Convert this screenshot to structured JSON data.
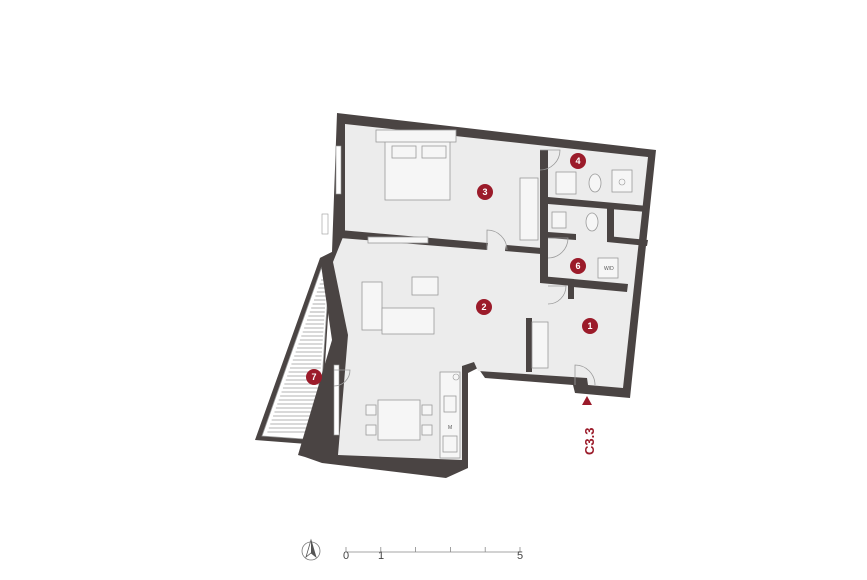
{
  "plan": {
    "unit_label": "C3.3",
    "rooms": [
      {
        "num": "1"
      },
      {
        "num": "2"
      },
      {
        "num": "3"
      },
      {
        "num": "4"
      },
      {
        "num": "6"
      },
      {
        "num": "7"
      }
    ],
    "fixture_labels": {
      "washer_dryer": "W/D",
      "microwave": "M"
    },
    "scale": {
      "labels": [
        "0",
        "1",
        "5"
      ]
    },
    "colors": {
      "wall": "#4a4443",
      "floor": "#ececec",
      "badge": "#9b1b2a"
    },
    "icons": {
      "north_arrow": "north-arrow-icon",
      "entrance_arrow": "triangle-up-icon"
    }
  }
}
